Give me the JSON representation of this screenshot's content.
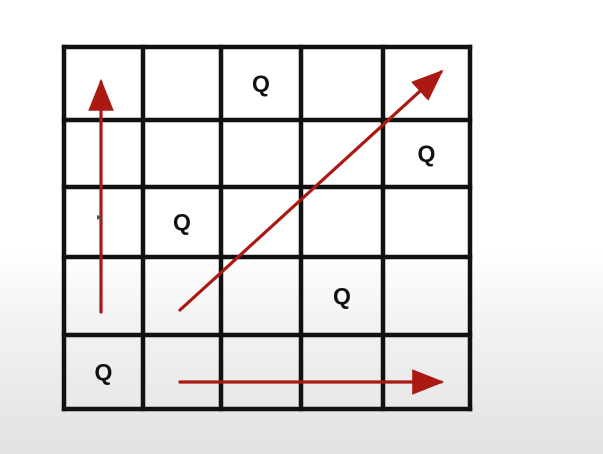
{
  "board": {
    "rows": 5,
    "cols": 5,
    "grid_color": "#111111",
    "queen_symbol": "Q",
    "queens": [
      {
        "row": 0,
        "col": 2,
        "label": "Q"
      },
      {
        "row": 1,
        "col": 4,
        "label": "Q"
      },
      {
        "row": 2,
        "col": 1,
        "label": "Q"
      },
      {
        "row": 3,
        "col": 3,
        "label": "Q"
      },
      {
        "row": 4,
        "col": 0,
        "label": "Q"
      }
    ]
  },
  "arrows": {
    "color": "#aa1a12",
    "items": [
      {
        "name": "vertical-arrow",
        "direction": "up"
      },
      {
        "name": "diagonal-arrow",
        "direction": "up-right"
      },
      {
        "name": "horizontal-arrow",
        "direction": "right"
      }
    ]
  }
}
